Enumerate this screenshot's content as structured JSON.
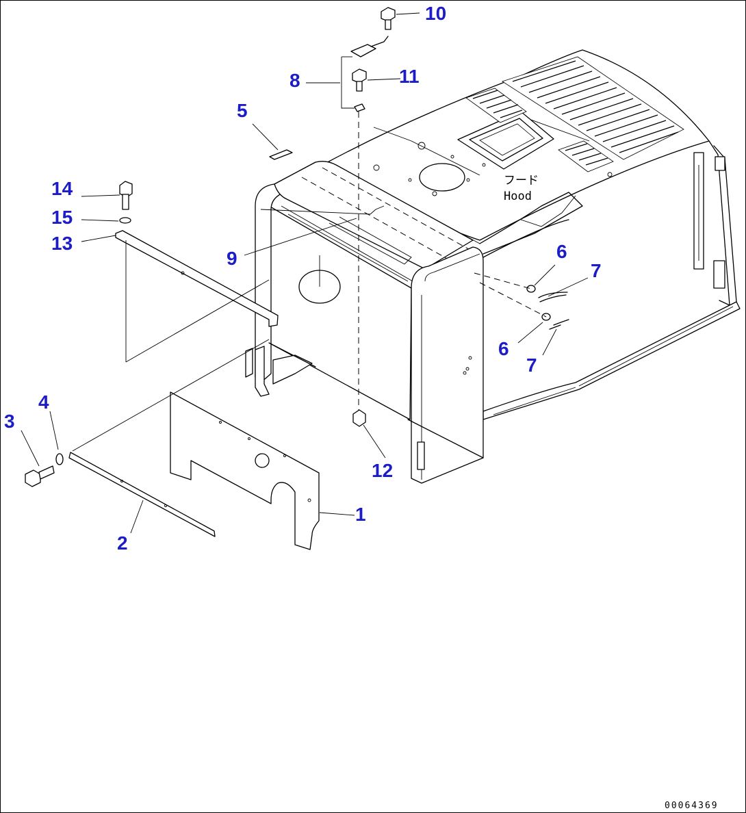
{
  "diagram": {
    "hood_label_jp": "フード",
    "hood_label_en": "Hood",
    "figure_number": "00064369",
    "callouts": {
      "c1": "1",
      "c2": "2",
      "c3": "3",
      "c4": "4",
      "c5": "5",
      "c6a": "6",
      "c6b": "6",
      "c7a": "7",
      "c7b": "7",
      "c8": "8",
      "c9": "9",
      "c10": "10",
      "c11": "11",
      "c12": "12",
      "c13": "13",
      "c14": "14",
      "c15": "15"
    },
    "colors": {
      "callout": "#1c1cc8",
      "line": "#000000",
      "background": "#ffffff"
    }
  }
}
